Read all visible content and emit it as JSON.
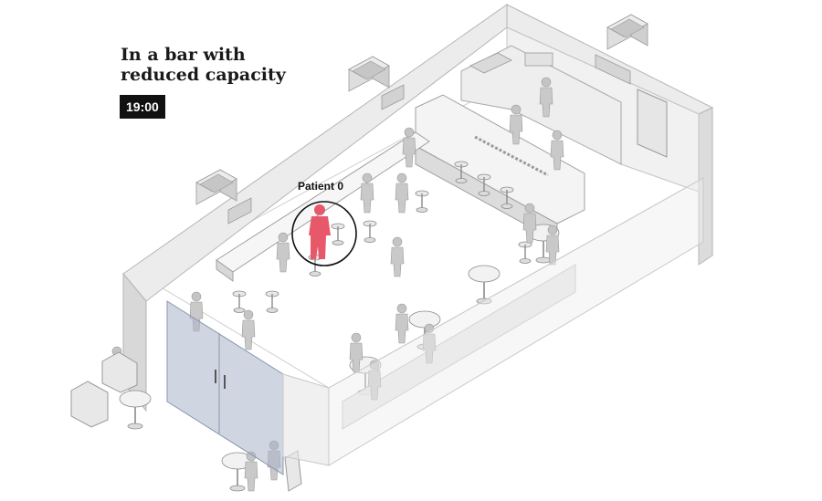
{
  "header": {
    "title": "In a bar with reduced capacity",
    "time": "19:00"
  },
  "labels": {
    "patient_zero": "Patient 0"
  },
  "colors": {
    "patient": "#e8586b",
    "wall": "#e4e4e4",
    "wall_shade": "#cfcfcf",
    "floor": "#ffffff",
    "glass": "#aab4c8",
    "person": "#bdbdbd",
    "outline": "#9a9a9a"
  }
}
